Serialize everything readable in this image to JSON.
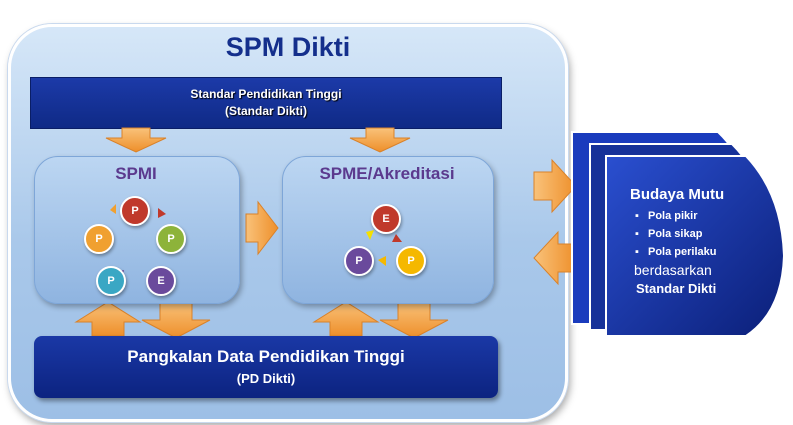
{
  "outer": {
    "title": "SPM Dikti"
  },
  "standard_bar": {
    "line1": "Standar Pendidikan Tinggi",
    "line2": "(Standar Dikti)"
  },
  "spmi": {
    "title": "SPMI",
    "cycle": [
      "P",
      "P",
      "E",
      "P",
      "P"
    ]
  },
  "spme": {
    "title": "SPME/Akreditasi",
    "cycle": [
      "E",
      "P",
      "P"
    ]
  },
  "pd_bar": {
    "line1": "Pangkalan Data Pendidikan Tinggi",
    "line2": "(PD Dikti)"
  },
  "budaya": {
    "title": "Budaya Mutu",
    "items": [
      "Pola pikir",
      "Pola sikap",
      "Pola perilaku"
    ],
    "based_on": "berdasarkan",
    "standard": "Standar Dikti"
  },
  "colors": {
    "red": "#c0392b",
    "green": "#8db33a",
    "purple": "#6a4a9c",
    "teal": "#3aa7c4",
    "orange": "#f0a030",
    "yellow": "#f5b800",
    "arrow": "#f4a23c",
    "navy": "#0f2a86"
  }
}
